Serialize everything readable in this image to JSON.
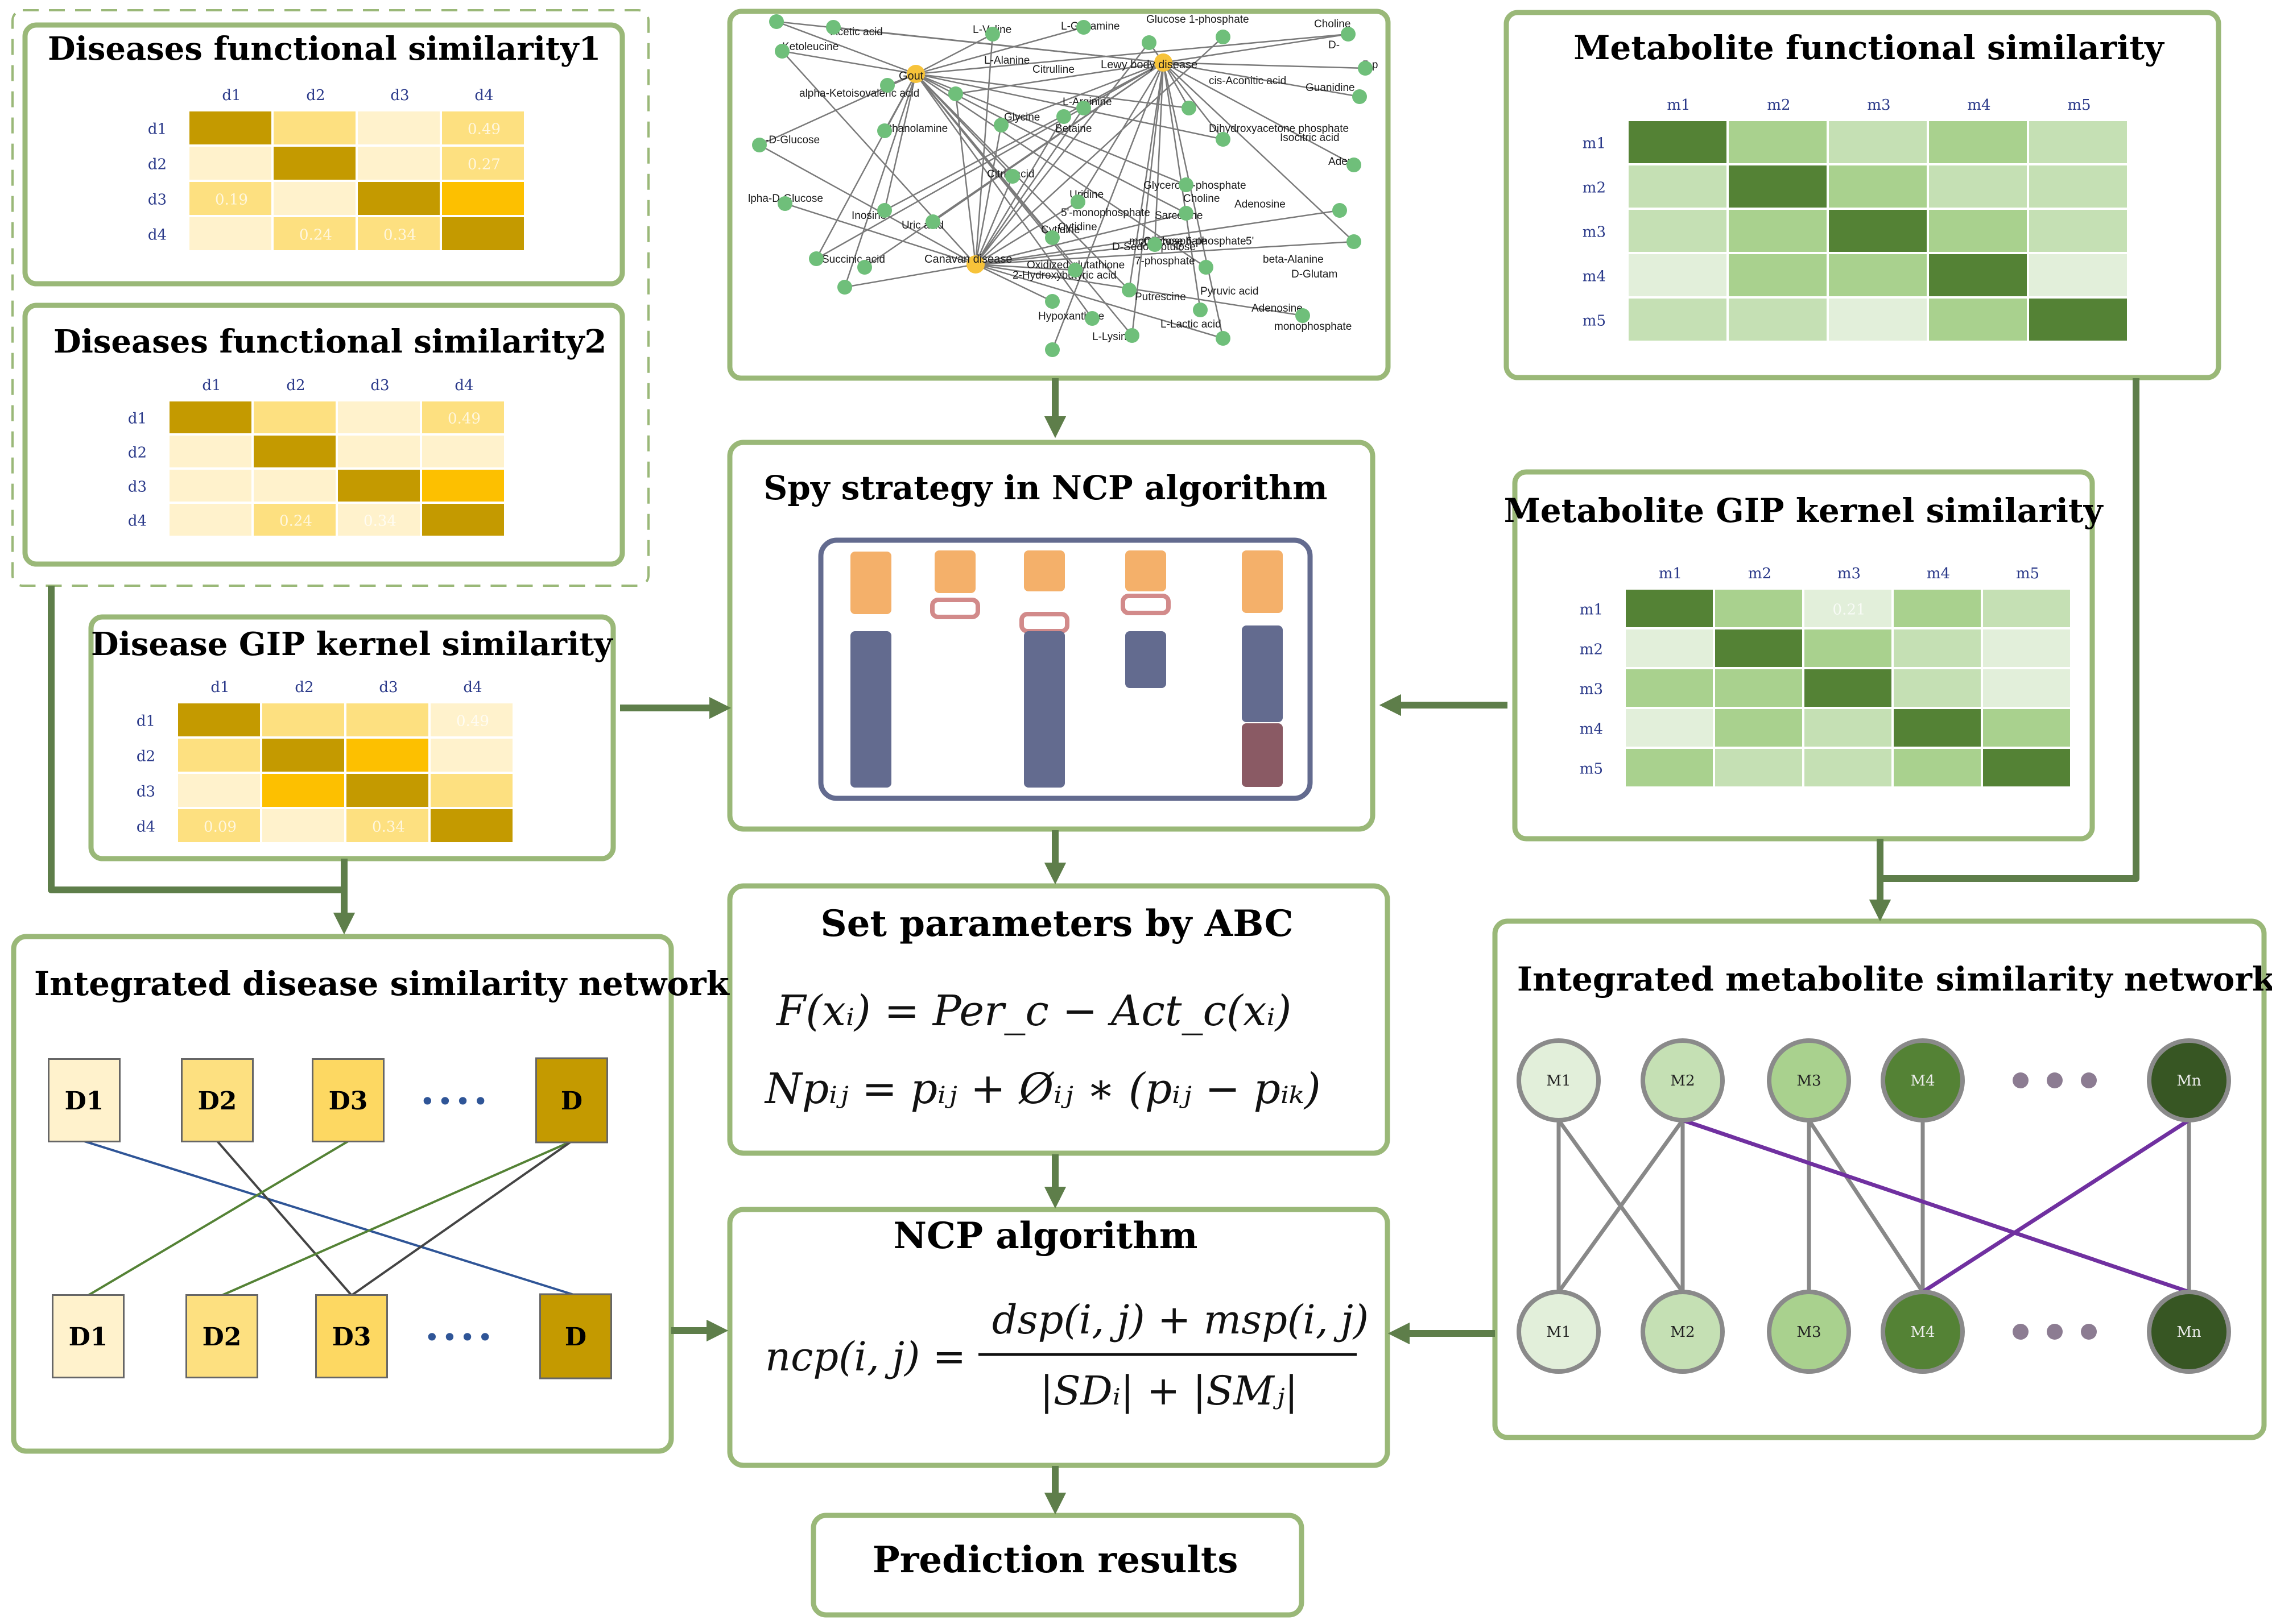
{
  "panels": {
    "dfs1": {
      "title": "Diseases functional   similarity1"
    },
    "dfs2": {
      "title": "Diseases functional  similarity2"
    },
    "dgip": {
      "title": "Disease GIP  kernel similarity"
    },
    "network": {
      "title": ""
    },
    "spy": {
      "title": "Spy  strategy in NCP algorithm"
    },
    "abc": {
      "title": "Set parameters by ABC",
      "eq1": "F(xᵢ) =  Per_c  − Act_c(xᵢ)",
      "eq2": "Npᵢⱼ =  pᵢⱼ + Øᵢⱼ ∗ (pᵢⱼ − pᵢₖ)"
    },
    "ncp": {
      "title": "NCP algorithm",
      "lhs": "ncp(i, j) =",
      "numerator": "dsp(i, j) + msp(i, j)",
      "denominator": "|SDᵢ| + |SMⱼ|"
    },
    "mfs": {
      "title": "Metabolite functional   similarity"
    },
    "mgip": {
      "title": "Metabolite GIP kernel similarity"
    },
    "ids": {
      "title": "Integrated disease similarity network"
    },
    "ims": {
      "title": "Integrated metabolite similarity network"
    },
    "pred": {
      "title": "Prediction results"
    }
  },
  "disease_labels": [
    "d1",
    "d2",
    "d3",
    "d4"
  ],
  "metabolite_labels": [
    "m1",
    "m2",
    "m3",
    "m4",
    "m5"
  ],
  "matrix_cell_labels": {
    "dfs1": {
      "d1d4": "0.49",
      "d2d4": "0.27",
      "d3d1": "0.19",
      "d4d2": "0.24",
      "d4d3": "0.34"
    },
    "dfs2": {
      "d1d4": "0.49",
      "d4d2": "0.24",
      "d4d3": "0.34"
    },
    "dgip": {
      "d1d4": "0.49",
      "d4d1": "0.09",
      "d4d3": "0.34"
    },
    "mgip": {
      "m1m3": "0.21"
    }
  },
  "disease_nodes_top": [
    "D1",
    "D2",
    "D3",
    "D"
  ],
  "disease_nodes_bottom": [
    "D1",
    "D2",
    "D3",
    "D"
  ],
  "metabolite_nodes_top": [
    "M1",
    "M2",
    "M3",
    "M4",
    "Mn"
  ],
  "metabolite_nodes_bottom": [
    "M1",
    "M2",
    "M3",
    "M4",
    "Mn"
  ],
  "ellipsis": "••••",
  "network_nodes": {
    "diseases": [
      "Gout",
      "Lewy body disease",
      "Canavan disease"
    ],
    "metabolites": [
      "Acetic acid",
      "L-Valine",
      "L-Glutamine",
      "Glucose 1-phosphate",
      "Choline",
      "Ketoleucine",
      "L-Alanine",
      "Citrulline",
      "cis-Aconitic acid",
      "D-",
      "5-p",
      "alpha-Ketoisovaleric acid",
      "Guanidine",
      "L-Arginine",
      "-D-Glucose",
      "Ethanolamine",
      "Glycine",
      "Betaine",
      "Dihydroxyacetone phosphate",
      "Isocitric acid",
      "Aden",
      "Citric acid",
      "Glycerol 3-phosphate",
      "Choline",
      "Uridine",
      "Adenosine",
      "lpha-D-Glucose",
      "Inosine",
      "5'-monophosphate",
      "Sarcosine",
      "Cytidine",
      "Uric acid",
      "Cytidine",
      "monophosphate",
      "Glucose 6-phosphate",
      "5'",
      "D-Sedoheptulose",
      "beta-Alanine",
      "Succinic acid",
      "7-phosphate",
      "Oxidized glutathione",
      "D-Glutam",
      "2-Hydroxybutyric acid",
      "Putrescine",
      "Pyruvic acid",
      "Hypoxanthine",
      "Adenosine",
      "L-Lactic acid",
      "monophosphate",
      "L-Lysine"
    ]
  },
  "colors": {
    "panel_border": "#9ab878",
    "arrow": "#5e7e4a",
    "disease_dark": "#c49a00",
    "disease_mid": "#fdc000",
    "disease_light": "#fde080",
    "disease_pale": "#fff2cc",
    "metabolite_dark": "#548235",
    "metabolite_mid": "#a9d18e",
    "metabolite_light": "#c5e0b4",
    "metabolite_pale": "#e2efda",
    "spy_orange": "#f4b06a",
    "spy_blue": "#636b8f",
    "spy_maroon": "#8a5a64",
    "edge_purple": "#7030a0",
    "edge_blue": "#2f5597",
    "edge_green": "#548235"
  }
}
